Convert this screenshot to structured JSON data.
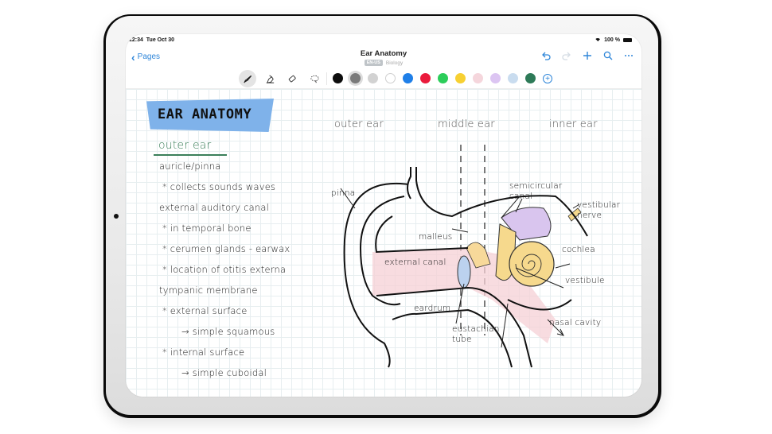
{
  "status_bar": {
    "time": "12:34",
    "date": "Tue Oct 30",
    "battery": "100 %"
  },
  "nav": {
    "back_label": "Pages",
    "title": "Ear Anatomy",
    "language_badge": "EN-US",
    "notebook": "Biology",
    "actions": [
      "undo-icon",
      "redo-icon",
      "add-icon",
      "search-icon",
      "more-icon"
    ]
  },
  "toolbar": {
    "tools": [
      {
        "name": "pen",
        "active": true
      },
      {
        "name": "highlighter",
        "active": false
      },
      {
        "name": "eraser",
        "active": false
      },
      {
        "name": "lasso",
        "active": false
      }
    ],
    "colors": [
      {
        "name": "black",
        "hex": "#0d0d0d"
      },
      {
        "name": "dark-gray",
        "hex": "#7a7a7a",
        "selected": true
      },
      {
        "name": "light-gray",
        "hex": "#d2d2d2"
      },
      {
        "name": "white",
        "hex": "#ffffff"
      },
      {
        "name": "blue",
        "hex": "#1f7fe8"
      },
      {
        "name": "red",
        "hex": "#ea1b3c"
      },
      {
        "name": "green",
        "hex": "#2ccd5a"
      },
      {
        "name": "yellow",
        "hex": "#f7d032"
      },
      {
        "name": "pink",
        "hex": "#f5d6dc"
      },
      {
        "name": "lavender",
        "hex": "#dcc5f2"
      },
      {
        "name": "light-blue",
        "hex": "#c9dcef"
      },
      {
        "name": "dark-green",
        "hex": "#2e7a58"
      }
    ]
  },
  "notes": {
    "heading": "EAR ANATOMY",
    "subheading": "outer ear",
    "lines": [
      "auricle/pinna",
      "* collects sounds waves",
      "external auditory canal",
      "* in temporal bone",
      "* cerumen glands - earwax",
      "* location of otitis externa",
      "tympanic membrane",
      "* external surface",
      "→ simple squamous",
      "* internal surface",
      "→ simple cuboidal"
    ]
  },
  "diagram": {
    "regions": [
      "outer ear",
      "middle ear",
      "inner ear"
    ],
    "labels": {
      "pinna": "pinna",
      "malleus": "malleus",
      "external_canal": "external canal",
      "eardrum": "eardrum",
      "eustachian_tube": "eustachian tube",
      "semicircular_canal": "semicircular canal",
      "vestibular_nerve": "vestibular nerve",
      "cochlea": "cochlea",
      "vestibule": "vestibule",
      "nasal_cavity": "nasal cavity"
    }
  }
}
